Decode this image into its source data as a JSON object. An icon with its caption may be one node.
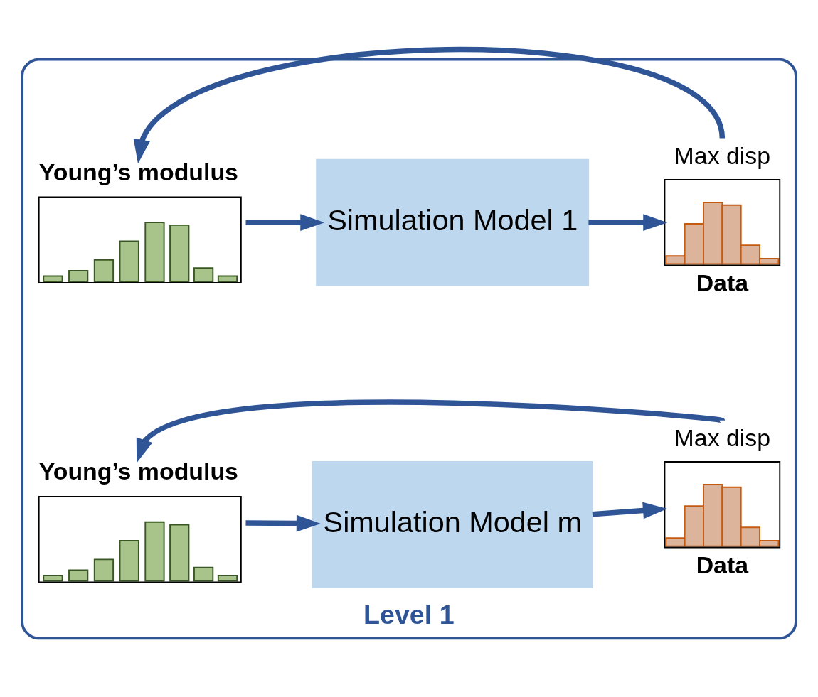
{
  "diagram": {
    "nodes": [
      {
        "text": [
          "Level 1"
        ]
      },
      {
        "text": [
          "Young’s modulus"
        ],
        "in": 0
      },
      {
        "text": [
          "Simulation Model 1"
        ],
        "in": 0
      },
      {
        "text": [
          "Max disp"
        ],
        "beside": [
          "Data"
        ],
        "in": 0
      },
      {
        "text": [
          "Young’s modulus"
        ],
        "in": 0
      },
      {
        "text": [
          "Simulation Model m"
        ],
        "in": 0
      },
      {
        "text": [
          "Max disp"
        ],
        "beside": [
          "Data"
        ],
        "in": 0
      }
    ],
    "edges": [
      {
        "from": 1,
        "to": 2,
        "arrow": "to"
      },
      {
        "from": 2,
        "to": 3,
        "arrow": "to"
      },
      {
        "from": 3,
        "to": 1,
        "arrow": "to"
      },
      {
        "from": 4,
        "to": 5,
        "arrow": "to"
      },
      {
        "from": 5,
        "to": 6,
        "arrow": "to"
      },
      {
        "from": 6,
        "to": 4,
        "arrow": "to"
      }
    ]
  }
}
